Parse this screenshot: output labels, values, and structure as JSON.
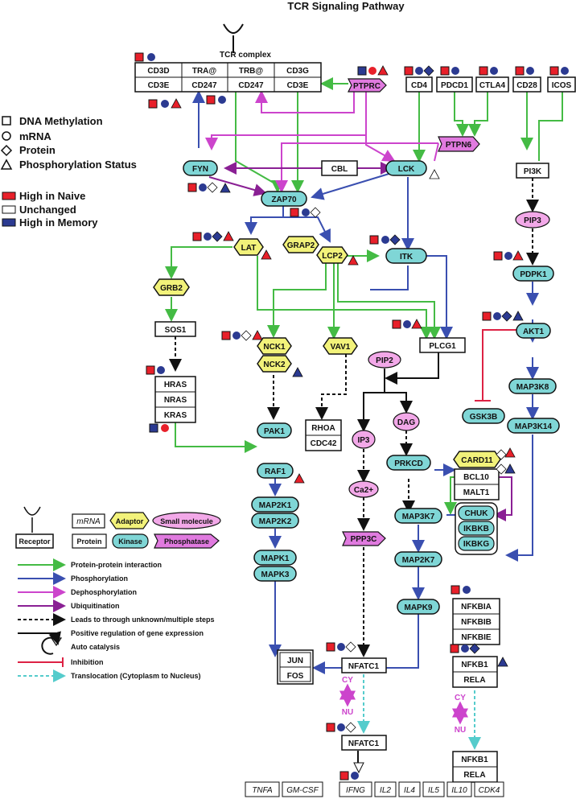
{
  "title": "TCR Signaling Pathway",
  "tcr_complex_label": "TCR complex",
  "colors": {
    "kinase": "#7fd6d6",
    "adaptor": "#f2f27a",
    "small_molecule": "#f2a8e8",
    "phosphatase": "#e07adf",
    "high_naive": "#e8202a",
    "high_memory": "#2b3a91",
    "interaction": "#44bb44",
    "phosphorylation": "#3a4fb0",
    "dephosphorylation": "#cc44cc",
    "ubiquitination": "#8a2094",
    "inhibition": "#dd2244",
    "translocation": "#55cccc"
  },
  "legend_top": {
    "dna_methylation": "DNA Methylation",
    "mrna": "mRNA",
    "protein": "Protein",
    "phosphorylation_status": "Phosphorylation Status",
    "high_naive": "High in Naive",
    "unchanged": "Unchanged",
    "high_memory": "High in Memory"
  },
  "legend_bottom": {
    "mrna_box": "mRNA",
    "adaptor": "Adaptor",
    "small_molecule": "Small molecule",
    "receptor": "Receptor",
    "protein_box": "Protein",
    "kinase": "Kinase",
    "phosphatase": "Phosphatase",
    "arrows": [
      "Protein-protein interaction",
      "Phosphorylation",
      "Dephosphorylation",
      "Ubiquitination",
      "Leads to through unknown/multiple steps",
      "Positive regulation of gene expression",
      "Auto catalysis",
      "Inhibition",
      "Translocation (Cytoplasm to Nucleus)"
    ]
  },
  "tcr_cells": [
    "CD3D",
    "TRA@",
    "TRB@",
    "CD3G",
    "CD3E",
    "CD247",
    "CD247",
    "CD3E"
  ],
  "nodes": {
    "ptprc": "PTPRC",
    "cd4": "CD4",
    "pdcd1": "PDCD1",
    "ctla4": "CTLA4",
    "cd28": "CD28",
    "icos": "ICOS",
    "ptpn6": "PTPN6",
    "fyn": "FYN",
    "cbl": "CBL",
    "lck": "LCK",
    "pi3k": "PI3K",
    "zap70": "ZAP70",
    "pip3": "PIP3",
    "lat": "LAT",
    "grap2": "GRAP2",
    "lcp2": "LCP2",
    "itk": "ITK",
    "pdpk1": "PDPK1",
    "grb2": "GRB2",
    "sos1": "SOS1",
    "nck1": "NCK1",
    "vav1": "VAV1",
    "plcg1": "PLCG1",
    "akt1": "AKT1",
    "nck2": "NCK2",
    "pip2": "PIP2",
    "hras": "HRAS",
    "nras": "NRAS",
    "kras": "KRAS",
    "map3k8": "MAP3K8",
    "dag": "DAG",
    "rhoa": "RHOA",
    "cdc42": "CDC42",
    "pak1": "PAK1",
    "gsk3b": "GSK3B",
    "map3k14": "MAP3K14",
    "ip3": "IP3",
    "prkcd": "PRKCD",
    "card11": "CARD11",
    "bcl10": "BCL10",
    "malt1": "MALT1",
    "raf1": "RAF1",
    "ca2": "Ca2+",
    "map3k7": "MAP3K7",
    "chuk": "CHUK",
    "ikbkb": "IKBKB",
    "ikbkg": "IKBKG",
    "map2k1": "MAP2K1",
    "map2k2": "MAP2K2",
    "ppp3c": "PPP3C",
    "map2k7": "MAP2K7",
    "nfkbia": "NFKBIA",
    "nfkbib": "NFKBIB",
    "nfkbie": "NFKBIE",
    "mapk1": "MAPK1",
    "mapk3": "MAPK3",
    "mapk9": "MAPK9",
    "nfatc1_cy": "NFATC1",
    "jun": "JUN",
    "fos": "FOS",
    "nfkb1_cy": "NFKB1",
    "rela_cy": "RELA",
    "nfatc1_nu": "NFATC1",
    "nfkb1_nu": "NFKB1",
    "rela_nu": "RELA"
  },
  "cy_label": "CY",
  "nu_label": "NU",
  "genes": [
    "TNFA",
    "GM-CSF",
    "IFNG",
    "IL2",
    "IL4",
    "IL5",
    "IL10",
    "CDK4"
  ]
}
